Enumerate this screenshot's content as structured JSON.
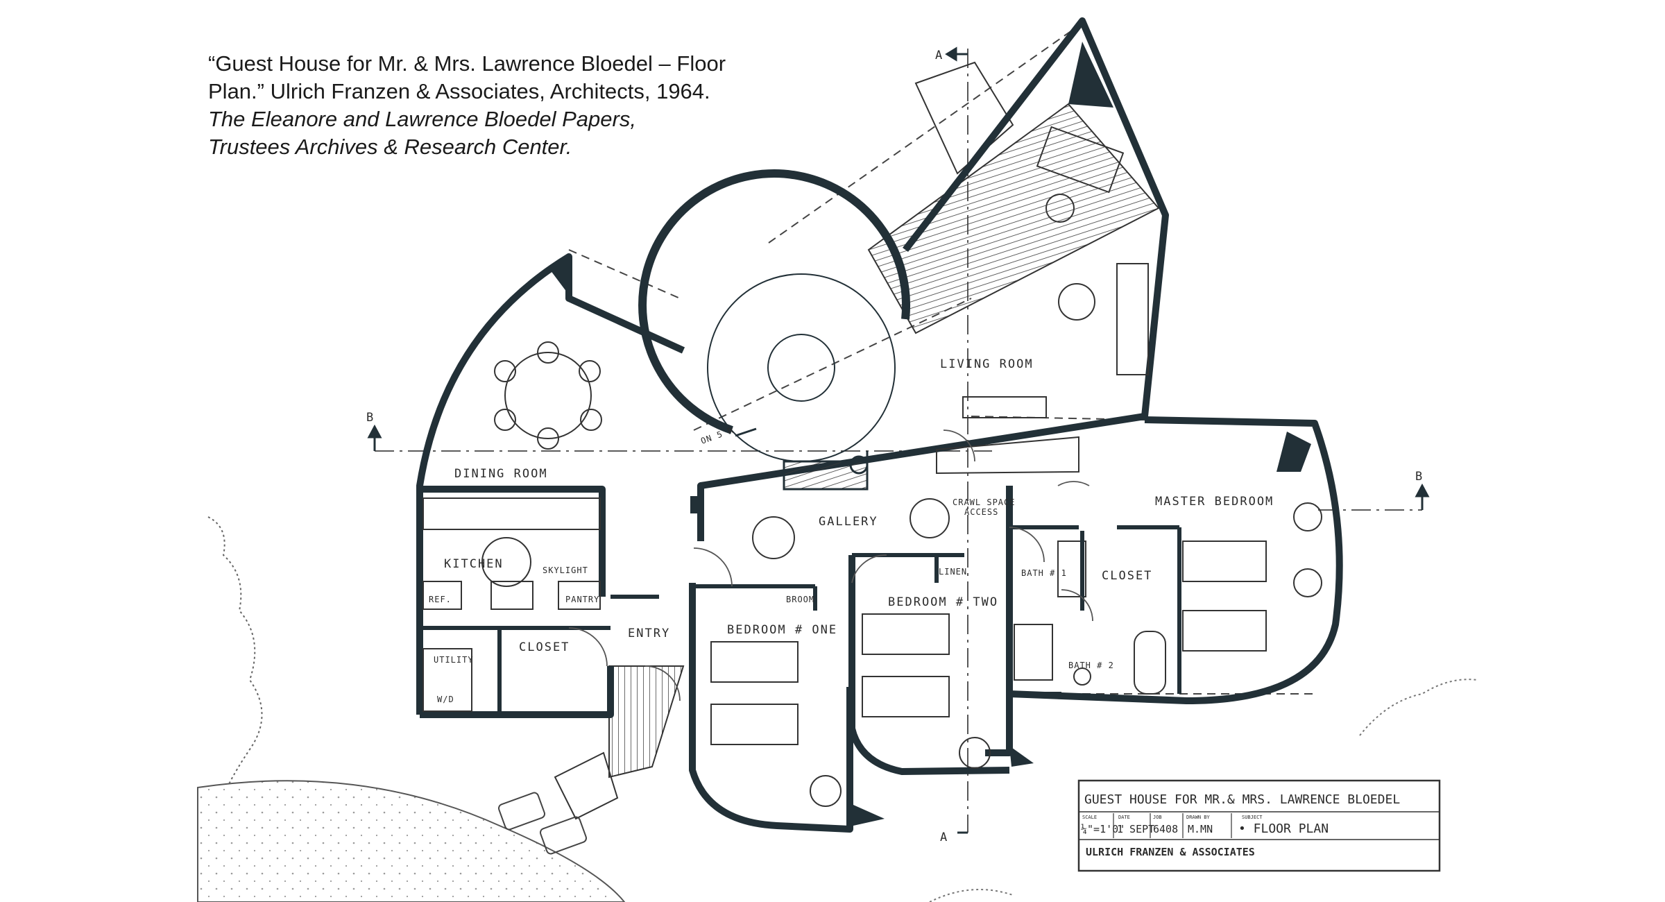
{
  "caption": {
    "line1": "“Guest House for Mr. & Mrs. Lawrence Bloedel – Floor",
    "line2": "Plan.” Ulrich Franzen & Associates, Architects, 1964.",
    "line3": "The Eleanore and Lawrence Bloedel Papers,",
    "line4": "Trustees Archives & Research Center."
  },
  "rooms": {
    "living": "LIVING  ROOM",
    "dining": "DINING  ROOM",
    "kitchen": "KITCHEN",
    "gallery": "GALLERY",
    "master": "MASTER  BEDROOM",
    "bed1": "BEDROOM # ONE",
    "bed2": "BEDROOM # TWO",
    "entry": "ENTRY",
    "closet_entry": "CLOSET",
    "closet_master": "CLOSET",
    "utility": "UTILITY",
    "bath1": "BATH # 1",
    "bath2": "BATH # 2",
    "pantry": "PANTRY",
    "ref": "REF.",
    "wd": "W/D",
    "linen": "LINEN",
    "broom": "BROOM",
    "skylight": "SKYLIGHT",
    "crawl1": "CRAWL SPACE",
    "crawl2": "ACCESS",
    "up": "ON  5 R"
  },
  "section_marks": {
    "a_top": "A",
    "a_bottom": "A",
    "b_left": "B",
    "b_right": "B"
  },
  "title_block": {
    "title": "GUEST  HOUSE  FOR  MR.& MRS.  LAWRENCE  BLOEDEL",
    "scale_label": "SCALE",
    "date_label": "DATE",
    "job_label": "JOB",
    "drawn_label": "DRAWN BY",
    "subject_label": "SUBJECT",
    "scale": "¼\"=1'0\"",
    "date": "1 SEPT",
    "job": "6408",
    "drawn": "M.MN",
    "subject": "• FLOOR   PLAN",
    "firm": "ULRICH  FRANZEN  &  ASSOCIATES"
  }
}
